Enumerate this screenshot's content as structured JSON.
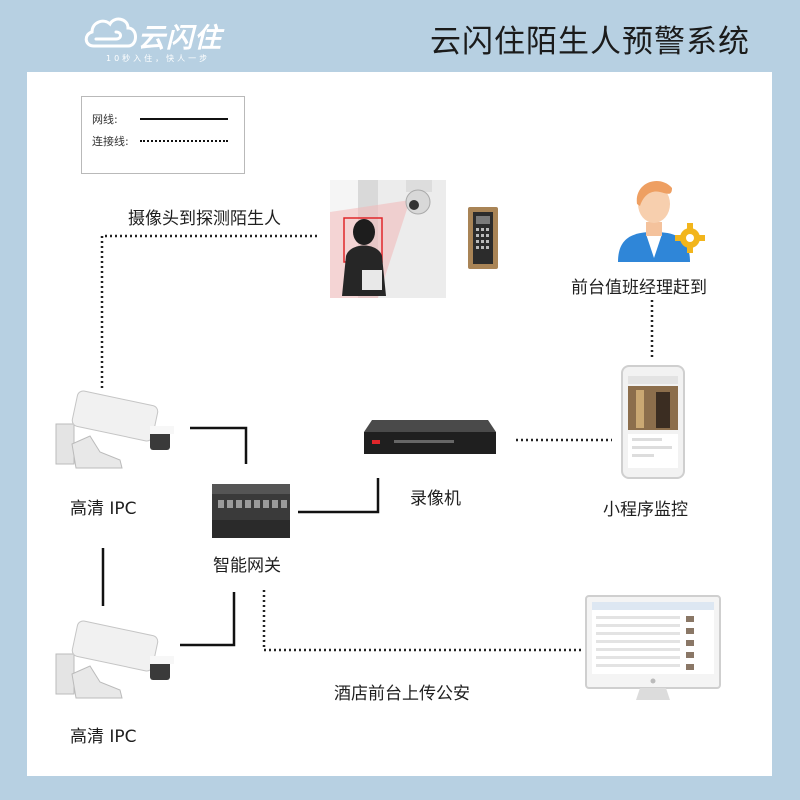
{
  "header": {
    "logo_text": "云闪住",
    "logo_slogan": "10秒入住，快人一步",
    "title": "云闪住陌生人预警系统"
  },
  "legend": {
    "network_line": "网线:",
    "connection_line": "连接线:"
  },
  "nodes": {
    "camera_detect": "摄像头到探测陌生人",
    "manager": "前台值班经理赶到",
    "ipc_top": "高清 IPC",
    "ipc_bottom": "高清 IPC",
    "recorder": "录像机",
    "mini_program": "小程序监控",
    "gateway": "智能网关",
    "upload": "酒店前台上传公安"
  },
  "colors": {
    "background": "#b7d0e2",
    "panel": "#ffffff",
    "line": "#111111",
    "accent_red": "#e0262a",
    "gear": "#f2b51c",
    "shirt": "#2f86d8"
  },
  "icons": [
    "cloud-logo-icon",
    "cctv-camera-icon",
    "door-keypad-icon",
    "manager-avatar-icon",
    "gear-icon",
    "ip-camera-icon",
    "network-gateway-icon",
    "video-recorder-icon",
    "smartphone-icon",
    "desktop-monitor-icon"
  ]
}
